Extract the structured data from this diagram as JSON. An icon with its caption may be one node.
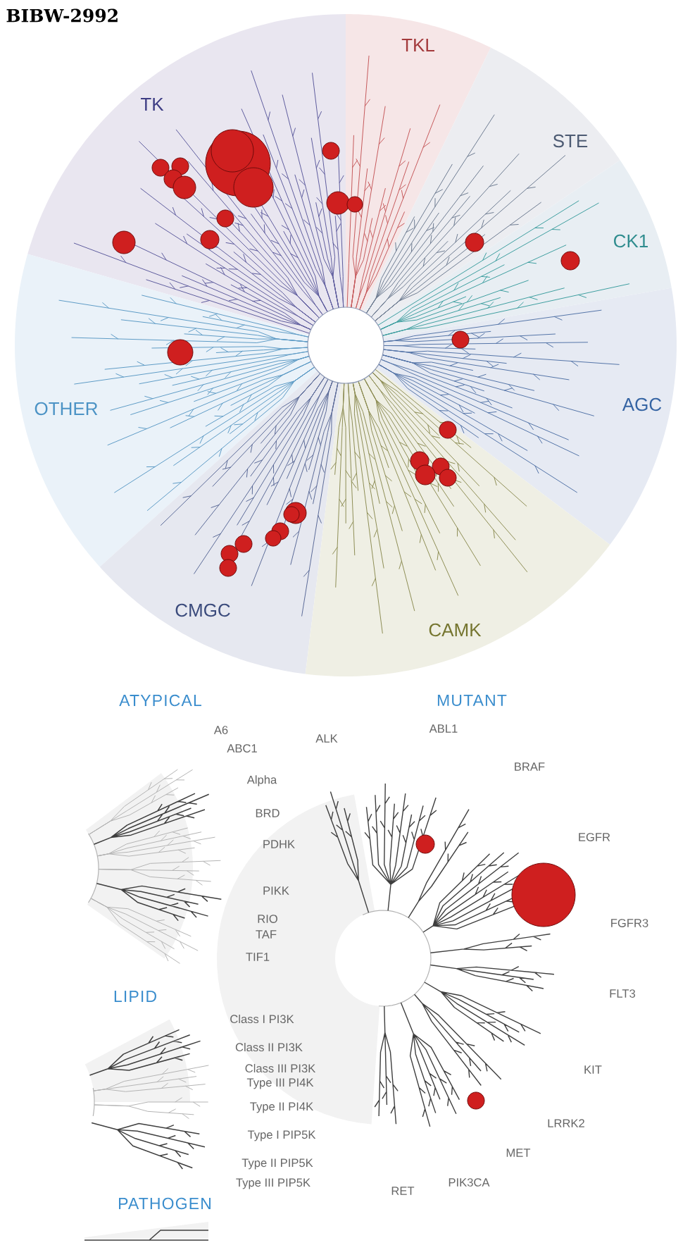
{
  "diagram": {
    "title": "BIBW-2992",
    "nodes": [
      {
        "text": [
          "TKL"
        ]
      },
      {
        "text": [
          "TK"
        ]
      },
      {
        "text": [
          "STE"
        ]
      },
      {
        "text": [
          "CK1"
        ]
      },
      {
        "text": [
          "AGC"
        ]
      },
      {
        "text": [
          "OTHER"
        ]
      },
      {
        "text": [
          "CMGC"
        ]
      },
      {
        "text": [
          "CAMK"
        ]
      }
    ],
    "labels": [
      "ATYPICAL",
      "A6",
      "ABC1",
      "Alpha",
      "BRD",
      "PDHK",
      "PIKK",
      "RIO",
      "TAF",
      "TIF1",
      "LIPID",
      "Class I PI3K",
      "Class II PI3K",
      "Class III PI3K",
      "Type III PI4K",
      "Type II PI4K",
      "Type I PIP5K",
      "Type II PIP5K",
      "Type III PIP5K",
      "PATHOGEN",
      "MUTANT",
      "ALK",
      "ABL1",
      "BRAF",
      "EGFR",
      "FGFR3",
      "FLT3",
      "KIT",
      "LRRK2",
      "MET",
      "PIK3CA",
      "RET"
    ]
  }
}
